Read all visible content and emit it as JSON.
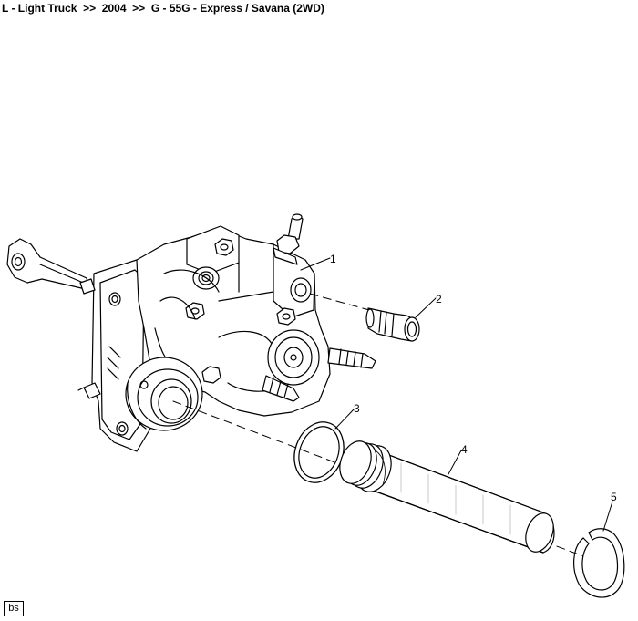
{
  "breadcrumb": "L - Light Truck  >>  2004  >>  G - 55G - Express / Savana (2WD)",
  "callouts": [
    "1",
    "2",
    "3",
    "4",
    "5"
  ],
  "figure_code": "bs"
}
